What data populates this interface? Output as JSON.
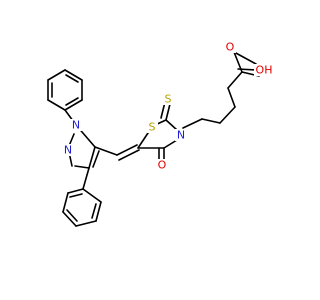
{
  "molecule": {
    "atoms": {
      "n1": {
        "label": "N",
        "color": "#1f1fcf"
      },
      "n2": {
        "label": "N",
        "color": "#1f1fcf"
      },
      "s_ring": {
        "label": "S",
        "color": "#b8a300"
      },
      "s_thioxo": {
        "label": "S",
        "color": "#b8a300"
      },
      "n_ring": {
        "label": "N",
        "color": "#1f1fcf"
      },
      "o_keto": {
        "label": "O",
        "color": "#e00000"
      },
      "o_acid": {
        "label": "O",
        "color": "#e00000"
      },
      "oh_acid": {
        "label": "OH",
        "color": "#e00000"
      }
    },
    "bond_color": "#000000"
  }
}
